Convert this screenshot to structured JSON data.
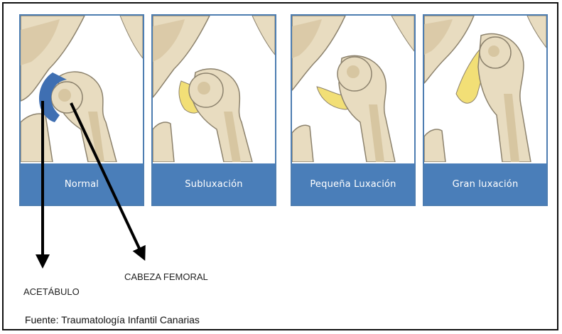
{
  "panels": [
    {
      "label": "Normal"
    },
    {
      "label": "Subluxación"
    },
    {
      "label": "Pequeña Luxación"
    },
    {
      "label": "Gran luxación"
    }
  ],
  "callouts": {
    "acetabulo": "ACETÁBULO",
    "cabeza_femoral": "CABEZA FEMORAL"
  },
  "source": "Fuente: Traumatología Infantil Canarias",
  "colors": {
    "bone": "#e8dcc0",
    "bone_outline": "#8c826d",
    "marrow": "#d7c6a1",
    "acetabulum_highlight": "#3f6fb2",
    "cartilage": "#f2df76",
    "label_bar": "#4a7eb9",
    "panel_border": "#4d7db1"
  }
}
